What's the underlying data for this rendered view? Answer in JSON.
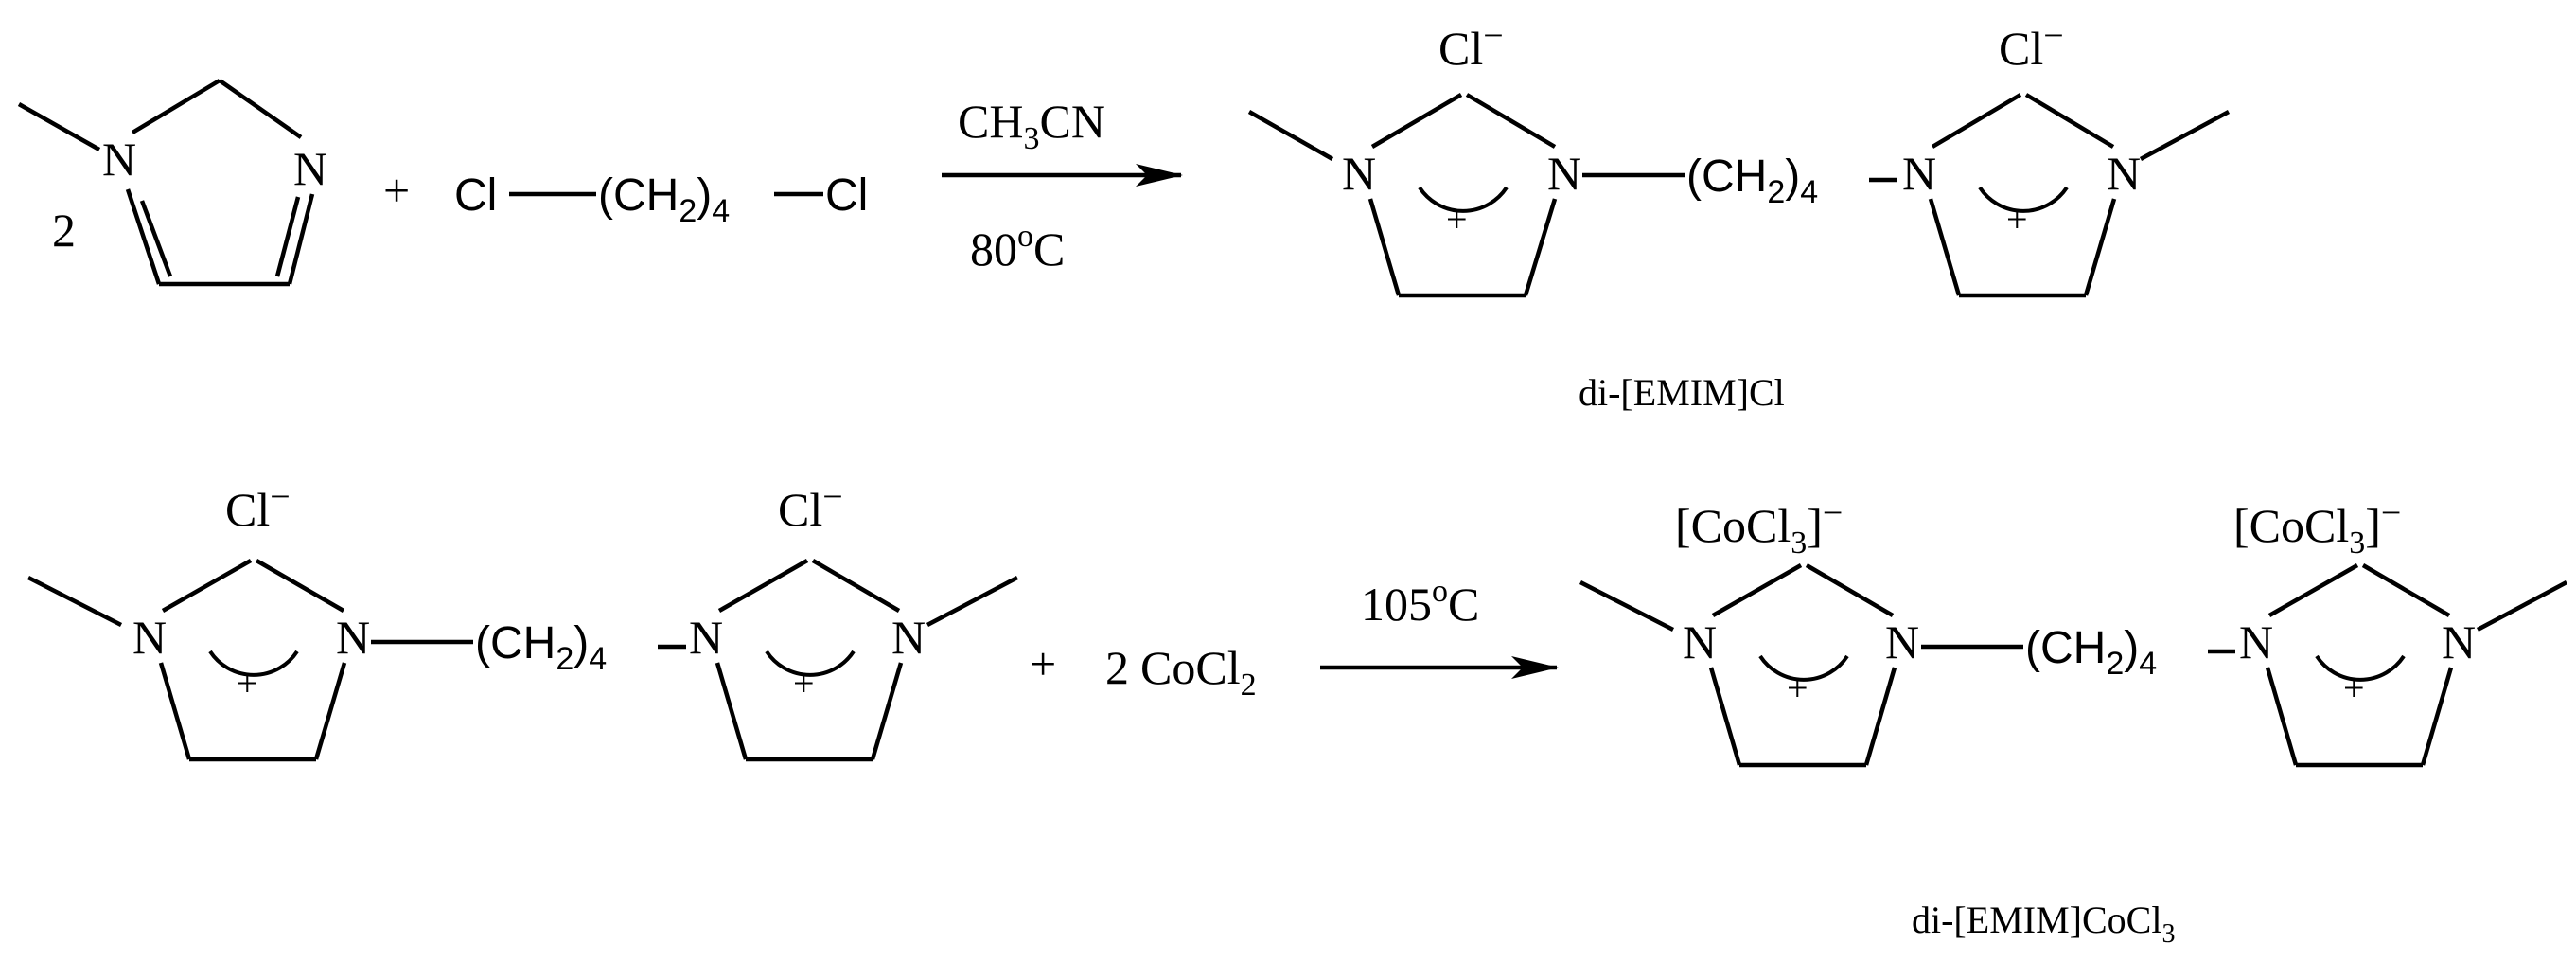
{
  "reaction1": {
    "coefficient": "2",
    "plus": "+",
    "atom_n": "N",
    "dichloro": {
      "cl_left": "Cl",
      "chain": "(CH",
      "sub2": "2",
      "close": ")",
      "sub4": "4",
      "cl_right": "Cl"
    },
    "arrow": {
      "solvent_base": "CH",
      "solvent_sub": "3",
      "solvent_end": "CN",
      "temp_value": "80",
      "temp_degree": "o",
      "temp_unit": "C"
    },
    "product": {
      "anion": "Cl",
      "anion_charge": "−",
      "ring_charge": "+",
      "label": "di-[EMIM]Cl"
    }
  },
  "reaction2": {
    "plus": "+",
    "reagent": {
      "coefficient": "2",
      "formula": "CoCl",
      "sub": "2"
    },
    "arrow": {
      "temp_value": "105",
      "temp_degree": "o",
      "temp_unit": "C"
    },
    "reactant_anion": "Cl",
    "reactant_anion_charge": "−",
    "product": {
      "anion_open": "[CoCl",
      "anion_sub": "3",
      "anion_close": "]",
      "anion_charge": "−",
      "ring_charge": "+",
      "label_base": "di-[EMIM]CoCl",
      "label_sub": "3"
    }
  },
  "colors": {
    "ink": "#000000",
    "background": "#ffffff"
  }
}
